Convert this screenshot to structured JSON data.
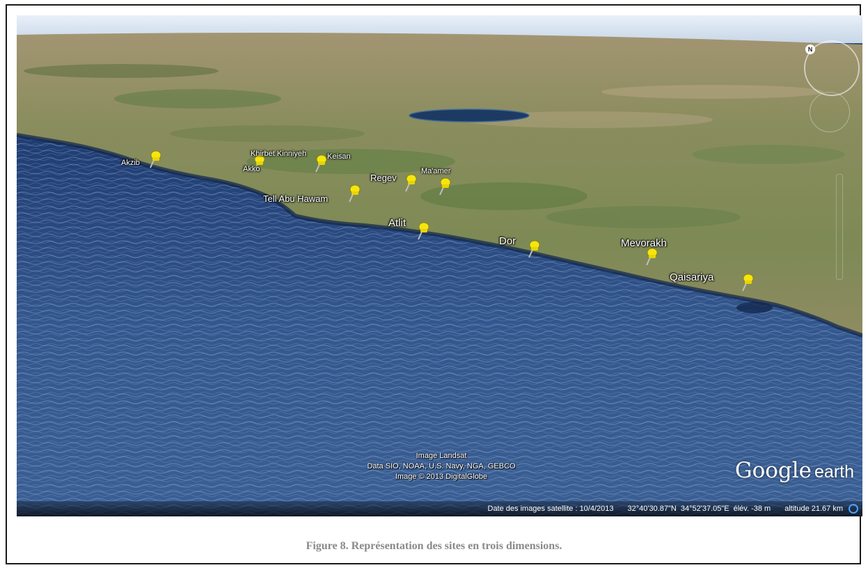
{
  "map": {
    "sites": [
      {
        "label": "Akzib",
        "pin": true,
        "label_size": "small"
      },
      {
        "label": "Khirbet Kinniyeh",
        "pin": true,
        "label_size": "small"
      },
      {
        "label": "Keisan",
        "pin": true,
        "label_size": "small"
      },
      {
        "label": "Akko",
        "pin": false,
        "label_size": "small"
      },
      {
        "label": "Regev",
        "pin": true,
        "label_size": "medium"
      },
      {
        "label": "Ma'amer",
        "pin": true,
        "label_size": "small"
      },
      {
        "label": "Tell Abu Hawam",
        "pin": true,
        "label_size": "medium"
      },
      {
        "label": "Atlit",
        "pin": true,
        "label_size": "large"
      },
      {
        "label": "Dor",
        "pin": true,
        "label_size": "large"
      },
      {
        "label": "Mevorakh",
        "pin": true,
        "label_size": "large"
      },
      {
        "label": "Qaisariya",
        "pin": true,
        "label_size": "large"
      }
    ],
    "attribution": [
      "Image Landsat",
      "Data SIO, NOAA, U.S. Navy, NGA, GEBCO",
      "Image © 2013 DigitalGlobe"
    ],
    "logo": {
      "google": "Google",
      "earth": "earth"
    },
    "status": {
      "imagery_date": "Date des images satellite : 10/4/2013",
      "latitude": "32°40'30.87\"N",
      "longitude": "34°52'37.05\"E",
      "elevation": "élév.  -38 m",
      "altitude": "altitude  21.67 km"
    },
    "compass_letter": "N",
    "icons": [
      "pushpin-icon",
      "compass-icon",
      "streaming-icon"
    ],
    "colors": {
      "pin": "#f5e50f",
      "sea": "#2e4f86",
      "land": "#8a8a5a",
      "frame": "#1a1a1a"
    }
  },
  "caption": "Figure 8. Représentation des sites en trois dimensions."
}
